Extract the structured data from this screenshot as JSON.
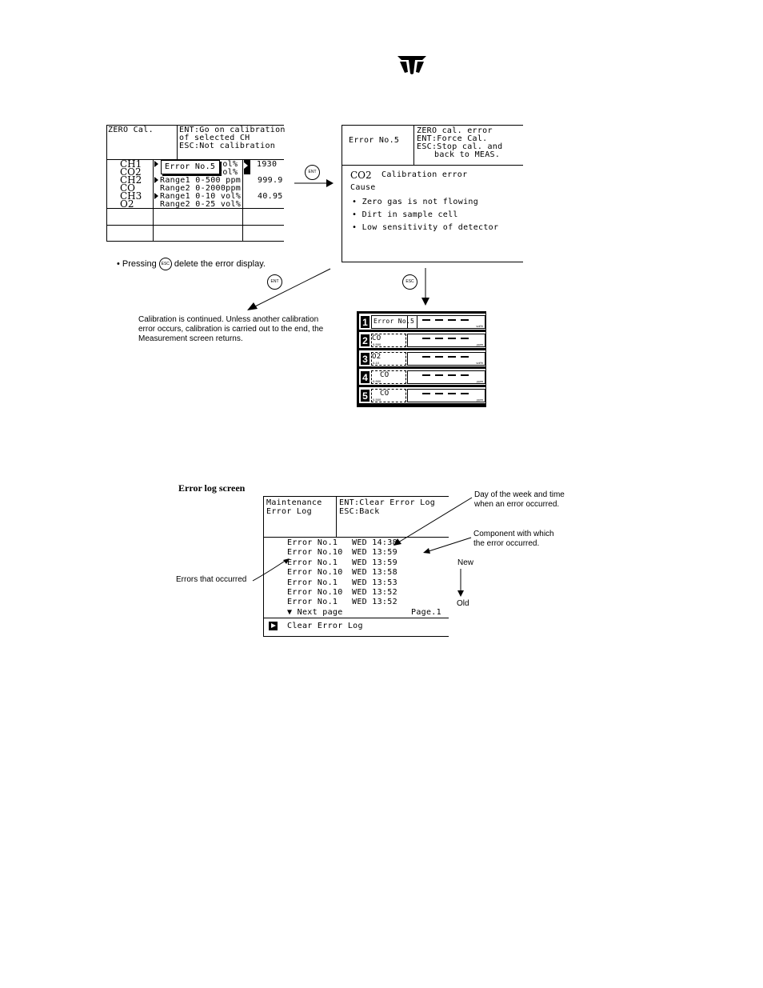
{
  "zero_screen": {
    "title": "ZERO Cal.",
    "help_lines": [
      "ENT:Go on calibration",
      "of selected CH",
      "ESC:Not calibration"
    ],
    "rows": [
      {
        "ch": "CH1",
        "gas": "CO2",
        "line1": "Error No.5",
        "line1_tail": "vol%",
        "line2": "",
        "line2_tail": "vol%",
        "value": "1930"
      },
      {
        "ch": "CH2",
        "gas": "CO",
        "line1": "Range1 0-500  ppm",
        "line2": "Range2 0-2000ppm",
        "value": "999.9"
      },
      {
        "ch": "CH3",
        "gas": "O2",
        "line1": "Range1 0-10   vol%",
        "line2": "Range2 0-25   vol%",
        "value": "40.95"
      }
    ],
    "popup": "Error No.5"
  },
  "ent_button": "ENT",
  "esc_button": "ESC",
  "error_screen": {
    "title": "Error No.5",
    "help_lines": [
      "ZERO cal. error",
      "ENT:Force Cal.",
      "ESC:Stop cal. and",
      "back to MEAS."
    ],
    "heading_gas": "CO2",
    "heading_text": "Calibration error",
    "cause_label": "Cause",
    "causes": [
      "Zero gas is not flowing",
      "Dirt in sample cell",
      "Low sensitivity of detector"
    ]
  },
  "note_pressing": [
    "• Pressing",
    "delete the  error display."
  ],
  "note_continue": [
    "Calibration is continued.  Unless another calibration",
    "error occurs, calibration is carried out to the end, the",
    "Measurement screen returns."
  ],
  "meas_screen": {
    "rows": [
      {
        "num": "1",
        "label": "Error No.5",
        "sub": "",
        "unit": "vol%"
      },
      {
        "num": "2",
        "label": "CO",
        "sub": "0-500",
        "unit": "ppm"
      },
      {
        "num": "3",
        "label": "O2",
        "sub": "0-10",
        "unit": "vol%"
      },
      {
        "num": "4",
        "label": "CO",
        "sub": "0-500",
        "unit": "ppm"
      },
      {
        "num": "5",
        "label": "CO",
        "sub": "0-500",
        "unit": "ppm"
      }
    ]
  },
  "log_section": {
    "heading": "Error log screen",
    "title_lines": [
      "Maintenance",
      "Error Log"
    ],
    "help_lines": [
      "ENT:Clear Error Log",
      "ESC:Back"
    ],
    "entries": [
      {
        "error": "Error No.1",
        "time": "WED 14:38"
      },
      {
        "error": "Error No.10",
        "time": "WED 13:59"
      },
      {
        "error": "Error No.1",
        "time": "WED 13:59"
      },
      {
        "error": "Error No.10",
        "time": "WED 13:58"
      },
      {
        "error": "Error No.1",
        "time": "WED 13:53"
      },
      {
        "error": "Error No.10",
        "time": "WED 13:52"
      },
      {
        "error": "Error No.1",
        "time": "WED 13:52"
      }
    ],
    "next_page": "▼ Next page",
    "page": "Page.1",
    "clear_label": "Clear Error Log",
    "callout_day": [
      "Day of the week and time",
      "when an error occurred."
    ],
    "callout_component": [
      "Component with which",
      "the error occurred."
    ],
    "callout_errors": "Errors that occurred",
    "label_new": "New",
    "label_old": "Old"
  }
}
